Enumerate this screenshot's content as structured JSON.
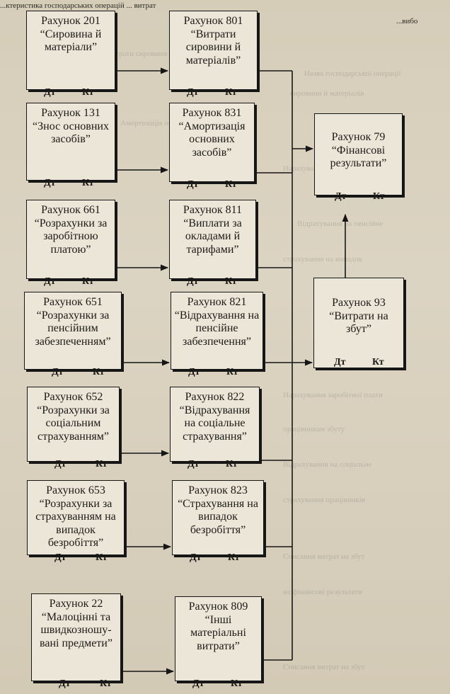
{
  "header": {
    "line1": "...ктеристика господарських операцій ... витрат",
    "line2": "...вибо"
  },
  "accounts_left": [
    {
      "title": "Рахунок 201",
      "desc": "“Сировина й матеріали”",
      "dt": "Дт",
      "kt": "Кт"
    },
    {
      "title": "Рахунок 131",
      "desc": "“Знос основних засобів”",
      "dt": "Дт",
      "kt": "Кт"
    },
    {
      "title": "Рахунок 661",
      "desc": "“Розрахунки за заробітною платою”",
      "dt": "Дт",
      "kt": "Кт"
    },
    {
      "title": "Рахунок 651",
      "desc": "“Розрахунки за пенсійним забезпеченням”",
      "dt": "Дт",
      "kt": "Кт"
    },
    {
      "title": "Рахунок 652",
      "desc": "“Розрахунки за соціальним страхуванням”",
      "dt": "Дт",
      "kt": "Кт"
    },
    {
      "title": "Рахунок 653",
      "desc": "“Розрахунки за страхуванням на випадок безробіття”",
      "dt": "Дт",
      "kt": "Кт"
    },
    {
      "title": "Рахунок 22",
      "desc": "“Малоцінні та швидкозношу-вані предмети”",
      "dt": "Дт",
      "kt": "Кт"
    }
  ],
  "accounts_middle": [
    {
      "title": "Рахунок 801",
      "desc": "“Витрати сировини й матеріалів”",
      "dt": "Дт",
      "kt": "Кт"
    },
    {
      "title": "Рахунок 831",
      "desc": "“Амортизація основних засобів”",
      "dt": "Дт",
      "kt": "Кт"
    },
    {
      "title": "Рахунок 811",
      "desc": "“Виплати за окладами й тарифами”",
      "dt": "Дт",
      "kt": "Кт"
    },
    {
      "title": "Рахунок 821",
      "desc": "“Відрахування на пенсійне забезпечення”",
      "dt": "Дт",
      "kt": "Кт"
    },
    {
      "title": "Рахунок 822",
      "desc": "“Відрахування на соціальне страхування”",
      "dt": "Дт",
      "kt": "Кт"
    },
    {
      "title": "Рахунок 823",
      "desc": "“Страхування на випадок безробіття”",
      "dt": "Дт",
      "kt": "Кт"
    },
    {
      "title": "Рахунок 809",
      "desc": "“Інші матеріальні витрати”",
      "dt": "Дт",
      "kt": "Кт"
    }
  ],
  "account_79": {
    "title": "Рахунок 79",
    "desc": "“Фінансові результати”",
    "dt": "Дт",
    "kt": "Кт"
  },
  "account_93": {
    "title": "Рахунок 93",
    "desc": "“Витрати на збут”",
    "dt": "Дт",
    "kt": "Кт"
  }
}
